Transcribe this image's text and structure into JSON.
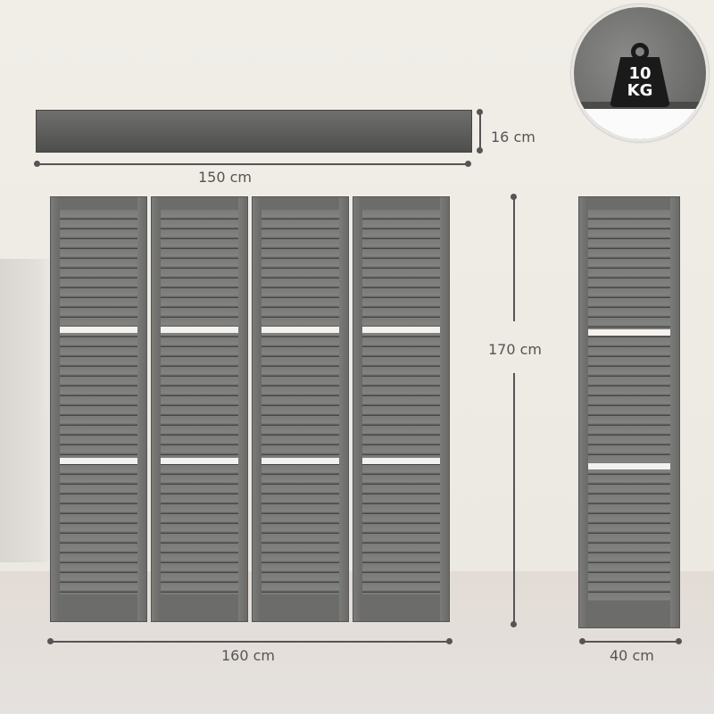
{
  "badge": {
    "icon": "weight-icon",
    "weight_value": "10",
    "weight_unit": "KG"
  },
  "dimensions": {
    "shelf_depth": "16 cm",
    "shelf_width": "150 cm",
    "screen_height": "170 cm",
    "screen_width": "160 cm",
    "panel_width": "40 cm"
  },
  "product": {
    "panels": 4,
    "color": "#6c6c6a",
    "background": "#efece6",
    "dimension_line_color": "#555555"
  }
}
